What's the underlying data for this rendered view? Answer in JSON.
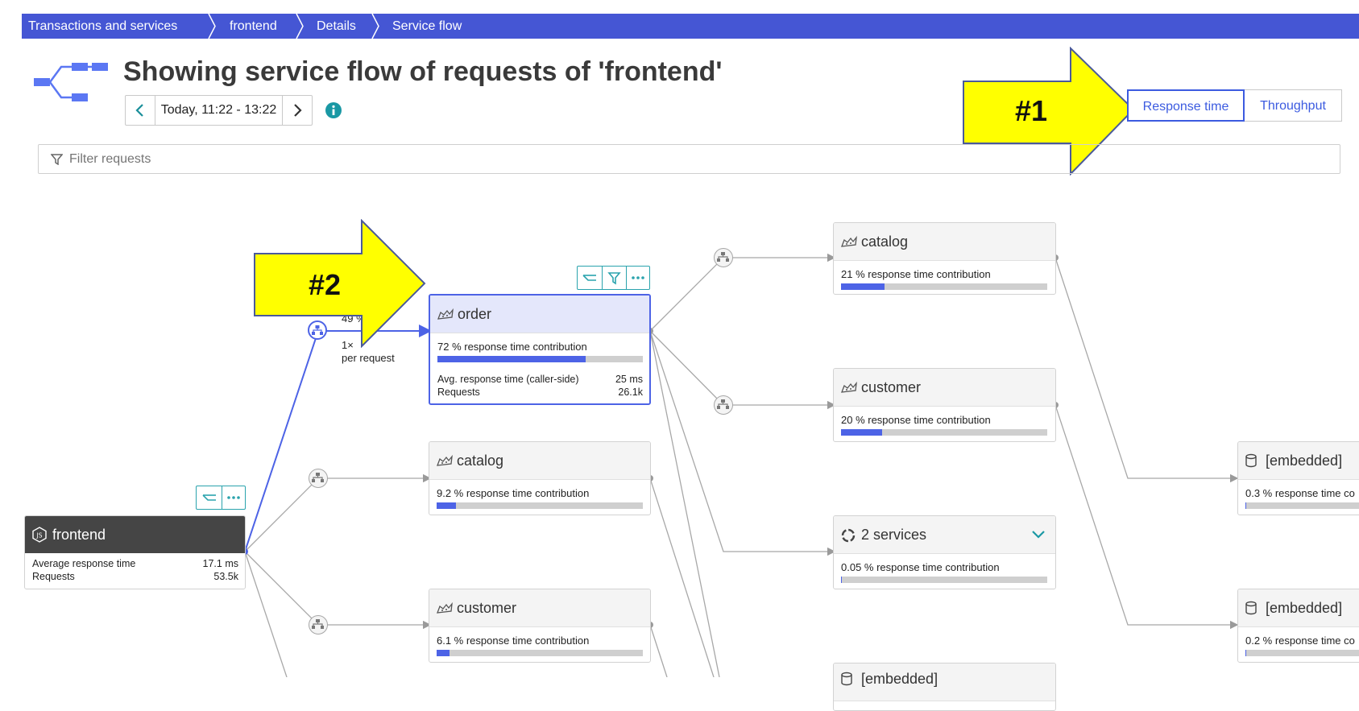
{
  "breadcrumb": [
    "Transactions and services",
    "frontend",
    "Details",
    "Service flow"
  ],
  "header": {
    "title": "Showing service flow of requests of 'frontend'",
    "timeframe": "Today, 11:22 - 13:22"
  },
  "view_toggle": {
    "response_time": "Response time",
    "throughput": "Throughput"
  },
  "filter": {
    "placeholder": "Filter requests"
  },
  "callouts": {
    "one": "#1",
    "two": "#2"
  },
  "edge": {
    "percent": "49 %",
    "multiplier": "1×",
    "per_request": "per request"
  },
  "nodes": {
    "frontend": {
      "name": "frontend",
      "stat1_label": "Average response time",
      "stat1_value": "17.1 ms",
      "stat2_label": "Requests",
      "stat2_value": "53.5k"
    },
    "order": {
      "name": "order",
      "contribution": "72 % response time contribution",
      "fill_pct": 72,
      "stat1_label": "Avg. response time (caller-side)",
      "stat1_value": "25 ms",
      "stat2_label": "Requests",
      "stat2_value": "26.1k"
    },
    "catalog_mid": {
      "name": "catalog",
      "contribution": "9.2 % response time contribution",
      "fill_pct": 9.2
    },
    "customer_mid": {
      "name": "customer",
      "contribution": "6.1 % response time contribution",
      "fill_pct": 6.1
    },
    "catalog_right": {
      "name": "catalog",
      "contribution": "21 % response time contribution",
      "fill_pct": 21
    },
    "customer_right": {
      "name": "customer",
      "contribution": "20 % response time contribution",
      "fill_pct": 20
    },
    "services": {
      "name": "2 services",
      "contribution": "0.05 % response time contribution",
      "fill_pct": 0.05
    },
    "embedded1": {
      "name": "[embedded]",
      "contribution": "0.3 % response time co",
      "fill_pct": 0.3
    },
    "embedded2": {
      "name": "[embedded]",
      "contribution": "0.2 % response time co",
      "fill_pct": 0.2
    },
    "embedded3": {
      "name": "[embedded]"
    }
  },
  "colors": {
    "accent": "#4556d4",
    "selection": "#4d63e6",
    "teal": "#2aa3ad",
    "callout_yellow": "#ffff00"
  },
  "icons": [
    "service-flow-logo-icon",
    "chevron-left-icon",
    "chevron-right-icon",
    "info-icon",
    "filter-icon",
    "tomcat-icon",
    "nodejs-icon",
    "database-icon",
    "services-group-icon",
    "chevron-down-icon",
    "hierarchy-icon",
    "more-icon"
  ]
}
